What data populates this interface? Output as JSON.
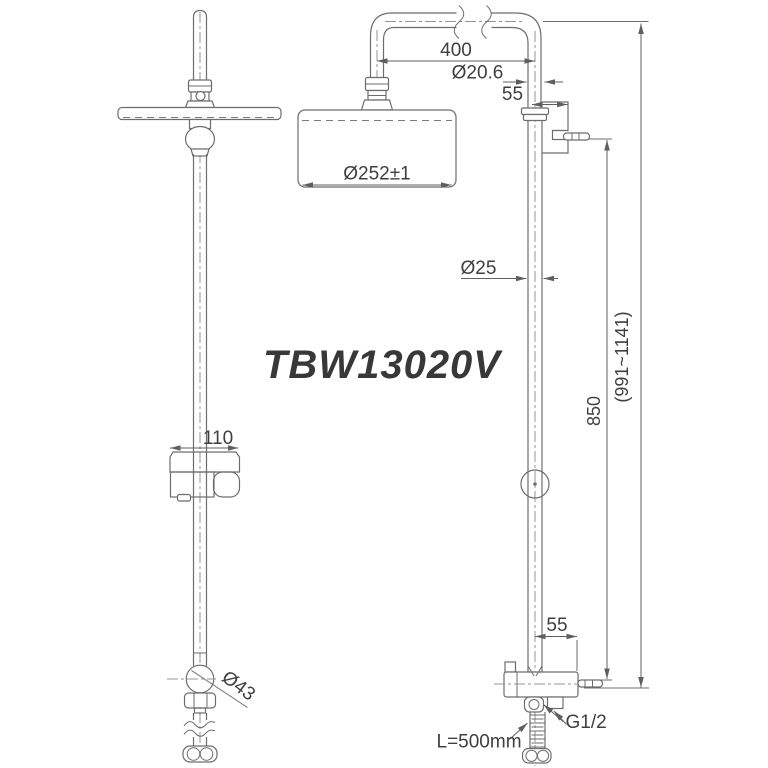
{
  "drawing": {
    "model": "TBW13020V",
    "dimensions": {
      "top_arm_length": "400",
      "arm_pipe_diameter": "Ø20.6",
      "top_wall_offset": "55",
      "head_diameter": "Ø252±1",
      "column_pipe_diameter": "Ø25",
      "column_height": "850",
      "overall_height": "(991~1141)",
      "valve_body_width": "110",
      "handle_diameter": "Ø43",
      "bottom_wall_offset": "55",
      "connection_thread": "G1/2",
      "hose_length": "L=500mm"
    }
  }
}
